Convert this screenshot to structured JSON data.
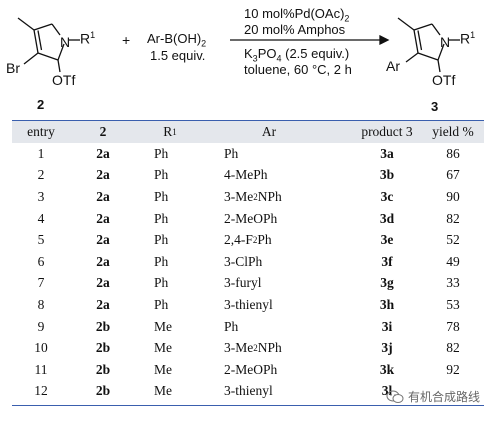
{
  "scheme": {
    "reactant_label": "2",
    "product_label": "3",
    "plus": "+",
    "reagent": "Ar-B(OH)",
    "reagent_sub": "2",
    "reagent_equiv": "1.5 equiv.",
    "cond_line1_pre": "10 mol%Pd(OAc)",
    "cond_line1_sub": "2",
    "cond_line2": "20 mol% Amphos",
    "cond_line3_pre": "K",
    "cond_line3_sub1": "3",
    "cond_line3_mid": "PO",
    "cond_line3_sub2": "4",
    "cond_line3_post": " (2.5 equiv.)",
    "cond_line4": "toluene, 60 °C, 2 h",
    "atoms": {
      "br": "Br",
      "otf": "OTf",
      "n": "N",
      "r1_base": "R",
      "r1_sup": "1",
      "ar": "Ar"
    }
  },
  "table": {
    "headers": {
      "entry": "entry",
      "compound": "2",
      "r1_base": "R",
      "r1_sup": "1",
      "ar": "Ar",
      "product": "product 3",
      "yield": "yield %"
    },
    "rows": [
      {
        "entry": "1",
        "compound": "2a",
        "r1": "Ph",
        "ar": [
          "Ph"
        ],
        "product": "3a",
        "yield": "86"
      },
      {
        "entry": "2",
        "compound": "2a",
        "r1": "Ph",
        "ar": [
          "4-MePh"
        ],
        "product": "3b",
        "yield": "67"
      },
      {
        "entry": "3",
        "compound": "2a",
        "r1": "Ph",
        "ar": [
          "3-Me",
          "2",
          "NPh"
        ],
        "product": "3c",
        "yield": "90"
      },
      {
        "entry": "4",
        "compound": "2a",
        "r1": "Ph",
        "ar": [
          "2-MeOPh"
        ],
        "product": "3d",
        "yield": "82"
      },
      {
        "entry": "5",
        "compound": "2a",
        "r1": "Ph",
        "ar": [
          "2,4-F",
          "2",
          "Ph"
        ],
        "product": "3e",
        "yield": "52"
      },
      {
        "entry": "6",
        "compound": "2a",
        "r1": "Ph",
        "ar": [
          "3-ClPh"
        ],
        "product": "3f",
        "yield": "49"
      },
      {
        "entry": "7",
        "compound": "2a",
        "r1": "Ph",
        "ar": [
          "3-furyl"
        ],
        "product": "3g",
        "yield": "33"
      },
      {
        "entry": "8",
        "compound": "2a",
        "r1": "Ph",
        "ar": [
          "3-thienyl"
        ],
        "product": "3h",
        "yield": "53"
      },
      {
        "entry": "9",
        "compound": "2b",
        "r1": "Me",
        "ar": [
          "Ph"
        ],
        "product": "3i",
        "yield": "78"
      },
      {
        "entry": "10",
        "compound": "2b",
        "r1": "Me",
        "ar": [
          "3-Me",
          "2",
          "NPh"
        ],
        "product": "3j",
        "yield": "82"
      },
      {
        "entry": "11",
        "compound": "2b",
        "r1": "Me",
        "ar": [
          "2-MeOPh"
        ],
        "product": "3k",
        "yield": "92"
      },
      {
        "entry": "12",
        "compound": "2b",
        "r1": "Me",
        "ar": [
          "3-thienyl"
        ],
        "product": "3l",
        "yield": ""
      }
    ]
  },
  "watermark": {
    "text": "有机合成路线",
    "icon": "wechat-icon"
  },
  "colors": {
    "rule": "#3a5fae",
    "header_bg": "#e4e7ec"
  }
}
